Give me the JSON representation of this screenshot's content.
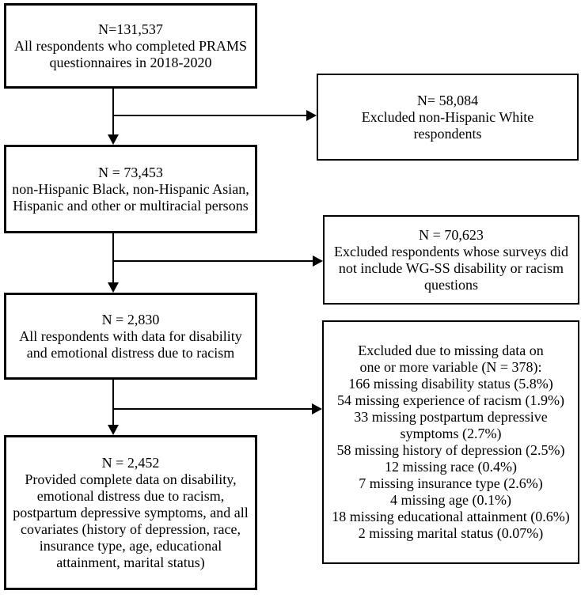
{
  "flow": {
    "colors": {
      "border": "#000000",
      "text": "#000000",
      "background": "#ffffff"
    },
    "main_boxes": [
      {
        "n_label": "N=131,537",
        "description_lines": [
          "All respondents who completed PRAMS",
          "questionnaires in 2018-2020"
        ]
      },
      {
        "n_label": "N = 73,453",
        "description_lines": [
          "non-Hispanic Black, non-Hispanic Asian,",
          "Hispanic and other or multiracial persons"
        ]
      },
      {
        "n_label": "N = 2,830",
        "description_lines": [
          "All respondents with data for disability",
          "and emotional distress due to racism"
        ]
      },
      {
        "n_label": "N = 2,452",
        "description_lines": [
          "Provided complete data on disability,",
          "emotional distress due to racism,",
          "postpartum depressive symptoms, and all",
          "covariates (history of depression, race,",
          "insurance type, age, educational",
          "attainment, marital status)"
        ]
      }
    ],
    "exclusion_boxes": [
      {
        "n_label": "N= 58,084",
        "description_lines": [
          "Excluded non-Hispanic White",
          "respondents"
        ]
      },
      {
        "n_label": "N = 70,623",
        "description_lines": [
          "Excluded respondents whose surveys did",
          "not include WG-SS disability or racism",
          "questions"
        ]
      },
      {
        "description_lines": [
          "Excluded due to missing data on",
          "one or more variable (N = 378):",
          "166 missing disability status (5.8%)",
          "54 missing experience of racism (1.9%)",
          "33 missing postpartum depressive",
          "symptoms (2.7%)",
          "58 missing history of depression (2.5%)",
          "12 missing race (0.4%)",
          "7 missing insurance type (2.6%)",
          "4 missing age (0.1%)",
          "18 missing educational attainment (0.6%)",
          "2 missing marital status (0.07%)"
        ]
      }
    ]
  }
}
